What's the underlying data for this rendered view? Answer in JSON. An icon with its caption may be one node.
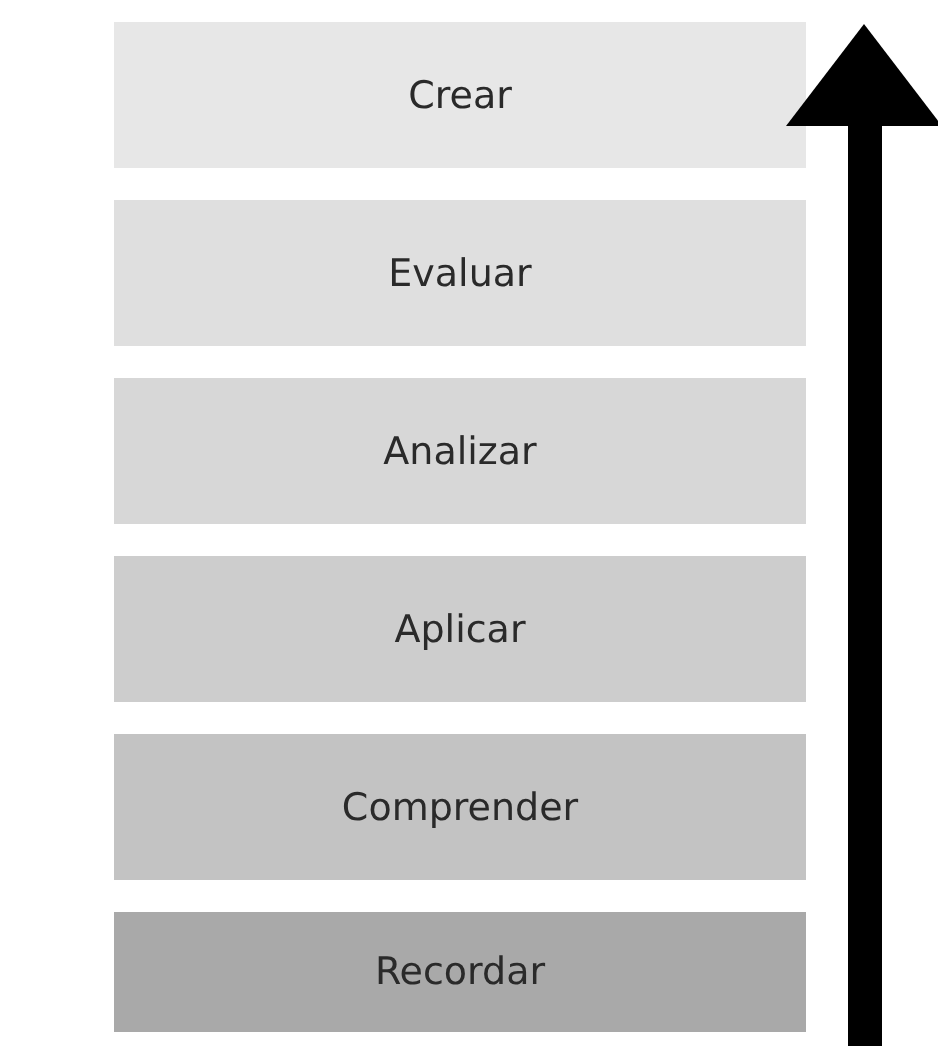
{
  "diagram": {
    "nodes": [
      {
        "text": [
          "Crear"
        ]
      },
      {
        "text": [
          "Evaluar"
        ]
      },
      {
        "text": [
          "Analizar"
        ]
      },
      {
        "text": [
          "Aplicar"
        ]
      },
      {
        "text": [
          "Comprender"
        ]
      },
      {
        "text": [
          "Recordar"
        ]
      }
    ],
    "edges": []
  }
}
